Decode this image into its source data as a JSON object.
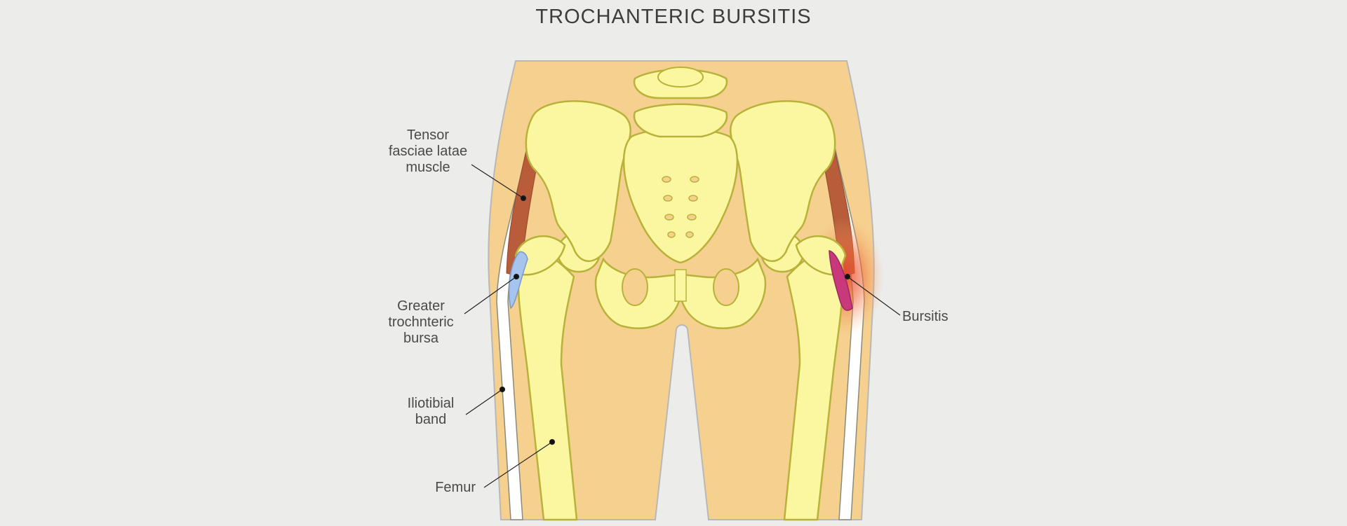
{
  "title": "TROCHANTERIC BURSITIS",
  "labels": {
    "tensor": "Tensor\nfasciae latae\nmuscle",
    "bursa": "Greater\ntrochnteric\nbursa",
    "iliotibial": "Iliotibial\nband",
    "femur": "Femur",
    "bursitis": "Bursitis"
  },
  "colors": {
    "background": "#ececea",
    "skin": "#f5d08f",
    "bone": "#fbf6a0",
    "bone_outline": "#b8b23a",
    "muscle": "#b85c3a",
    "bursa_normal": "#a7c4ee",
    "bursa_inflamed": "#c8387a",
    "inflammation_glow": "#ee5a3a",
    "band": "#ffffff",
    "leader_line": "#222222"
  }
}
